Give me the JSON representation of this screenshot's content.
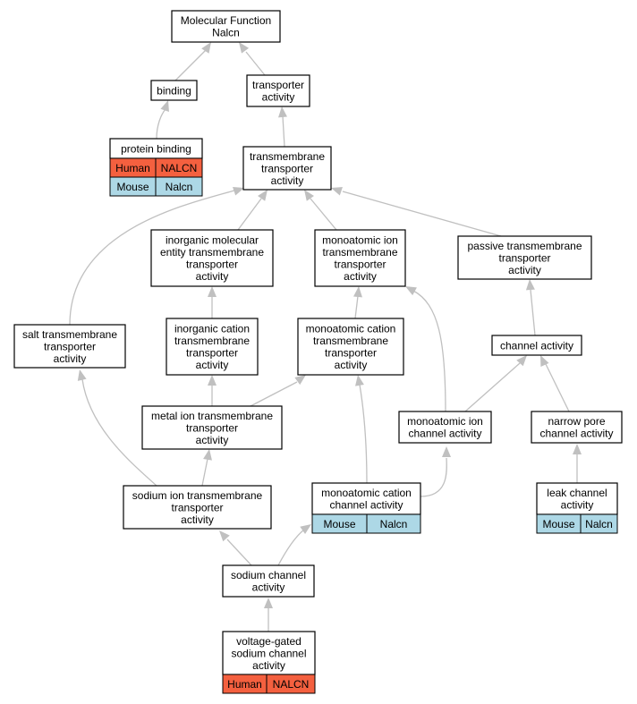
{
  "colors": {
    "human": "#f4603f",
    "mouse": "#add8e6",
    "edge": "#c0c0c0"
  },
  "nodes": {
    "mf": {
      "lines": [
        "Molecular Function",
        "Nalcn"
      ]
    },
    "bind": {
      "lines": [
        "binding"
      ]
    },
    "ta": {
      "lines": [
        "transporter",
        "activity"
      ]
    },
    "pb": {
      "lines": [
        "protein binding"
      ],
      "rows": [
        {
          "species": "Human",
          "gene": "NALCN",
          "color": "human"
        },
        {
          "species": "Mouse",
          "gene": "Nalcn",
          "color": "mouse"
        }
      ]
    },
    "tta": {
      "lines": [
        "transmembrane",
        "transporter",
        "activity"
      ]
    },
    "imeta": {
      "lines": [
        "inorganic molecular",
        "entity transmembrane",
        "transporter",
        "activity"
      ]
    },
    "mita": {
      "lines": [
        "monoatomic ion",
        "transmembrane",
        "transporter",
        "activity"
      ]
    },
    "ptta": {
      "lines": [
        "passive transmembrane",
        "transporter",
        "activity"
      ]
    },
    "salt": {
      "lines": [
        "salt transmembrane",
        "transporter",
        "activity"
      ]
    },
    "icta": {
      "lines": [
        "inorganic cation",
        "transmembrane",
        "transporter",
        "activity"
      ]
    },
    "mcta": {
      "lines": [
        "monoatomic cation",
        "transmembrane",
        "transporter",
        "activity"
      ]
    },
    "ca": {
      "lines": [
        "channel activity"
      ]
    },
    "meta": {
      "lines": [
        "metal ion transmembrane",
        "transporter",
        "activity"
      ]
    },
    "mica": {
      "lines": [
        "monoatomic ion",
        "channel activity"
      ]
    },
    "npca": {
      "lines": [
        "narrow pore",
        "channel activity"
      ]
    },
    "sita": {
      "lines": [
        "sodium ion transmembrane",
        "transporter",
        "activity"
      ]
    },
    "mcca": {
      "lines": [
        "monoatomic cation",
        "channel activity"
      ],
      "rows": [
        {
          "species": "Mouse",
          "gene": "Nalcn",
          "color": "mouse"
        }
      ]
    },
    "lca": {
      "lines": [
        "leak channel",
        "activity"
      ],
      "rows": [
        {
          "species": "Mouse",
          "gene": "Nalcn",
          "color": "mouse"
        }
      ]
    },
    "sca": {
      "lines": [
        "sodium channel",
        "activity"
      ]
    },
    "vgsca": {
      "lines": [
        "voltage-gated",
        "sodium channel",
        "activity"
      ],
      "rows": [
        {
          "species": "Human",
          "gene": "NALCN",
          "color": "human"
        }
      ]
    }
  }
}
